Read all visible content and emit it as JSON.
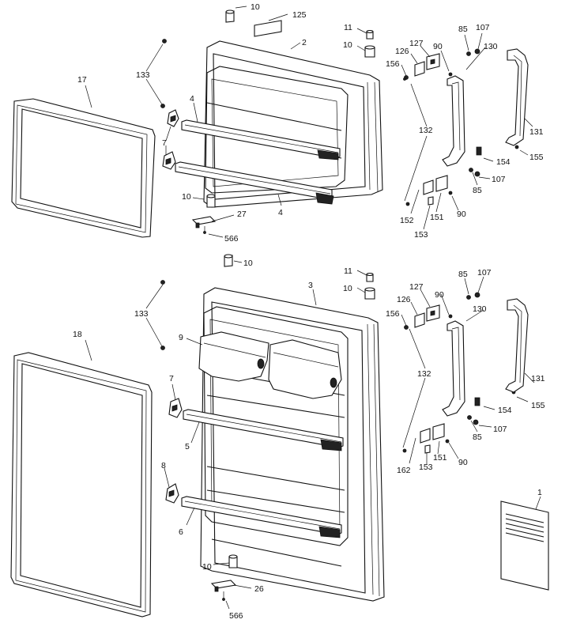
{
  "callouts": [
    {
      "id": "c-10-a",
      "text": "10"
    },
    {
      "id": "c-125",
      "text": "125"
    },
    {
      "id": "c-2",
      "text": "2"
    },
    {
      "id": "c-11-a",
      "text": "11"
    },
    {
      "id": "c-10-b",
      "text": "10"
    },
    {
      "id": "c-127-a",
      "text": "127"
    },
    {
      "id": "c-90-a",
      "text": "90"
    },
    {
      "id": "c-85-a",
      "text": "85"
    },
    {
      "id": "c-107-a",
      "text": "107"
    },
    {
      "id": "c-126-a",
      "text": "126"
    },
    {
      "id": "c-156-a",
      "text": "156"
    },
    {
      "id": "c-130-a",
      "text": "130"
    },
    {
      "id": "c-17",
      "text": "17"
    },
    {
      "id": "c-133-a",
      "text": "133"
    },
    {
      "id": "c-4-a",
      "text": "4"
    },
    {
      "id": "c-7-a",
      "text": "7"
    },
    {
      "id": "c-132-a",
      "text": "132"
    },
    {
      "id": "c-131-a",
      "text": "131"
    },
    {
      "id": "c-154-a",
      "text": "154"
    },
    {
      "id": "c-155-a",
      "text": "155"
    },
    {
      "id": "c-107-b",
      "text": "107"
    },
    {
      "id": "c-85-b",
      "text": "85"
    },
    {
      "id": "c-10-c",
      "text": "10"
    },
    {
      "id": "c-4-b",
      "text": "4"
    },
    {
      "id": "c-27",
      "text": "27"
    },
    {
      "id": "c-566-a",
      "text": "566"
    },
    {
      "id": "c-152",
      "text": "152"
    },
    {
      "id": "c-151-a",
      "text": "151"
    },
    {
      "id": "c-90-b",
      "text": "90"
    },
    {
      "id": "c-153-a",
      "text": "153"
    },
    {
      "id": "c-10-d",
      "text": "10"
    },
    {
      "id": "c-11-b",
      "text": "11"
    },
    {
      "id": "c-10-e",
      "text": "10"
    },
    {
      "id": "c-3",
      "text": "3"
    },
    {
      "id": "c-127-b",
      "text": "127"
    },
    {
      "id": "c-90-c",
      "text": "90"
    },
    {
      "id": "c-85-c",
      "text": "85"
    },
    {
      "id": "c-107-c",
      "text": "107"
    },
    {
      "id": "c-126-b",
      "text": "126"
    },
    {
      "id": "c-156-b",
      "text": "156"
    },
    {
      "id": "c-130-b",
      "text": "130"
    },
    {
      "id": "c-133-b",
      "text": "133"
    },
    {
      "id": "c-18",
      "text": "18"
    },
    {
      "id": "c-9",
      "text": "9"
    },
    {
      "id": "c-132-b",
      "text": "132"
    },
    {
      "id": "c-7-b",
      "text": "7"
    },
    {
      "id": "c-131-b",
      "text": "131"
    },
    {
      "id": "c-5",
      "text": "5"
    },
    {
      "id": "c-154-b",
      "text": "154"
    },
    {
      "id": "c-155-b",
      "text": "155"
    },
    {
      "id": "c-107-d",
      "text": "107"
    },
    {
      "id": "c-85-d",
      "text": "85"
    },
    {
      "id": "c-162",
      "text": "162"
    },
    {
      "id": "c-153-b",
      "text": "153"
    },
    {
      "id": "c-151-b",
      "text": "151"
    },
    {
      "id": "c-90-d",
      "text": "90"
    },
    {
      "id": "c-8",
      "text": "8"
    },
    {
      "id": "c-6",
      "text": "6"
    },
    {
      "id": "c-1",
      "text": "1"
    },
    {
      "id": "c-10-f",
      "text": "10"
    },
    {
      "id": "c-26",
      "text": "26"
    },
    {
      "id": "c-566-b",
      "text": "566"
    }
  ]
}
